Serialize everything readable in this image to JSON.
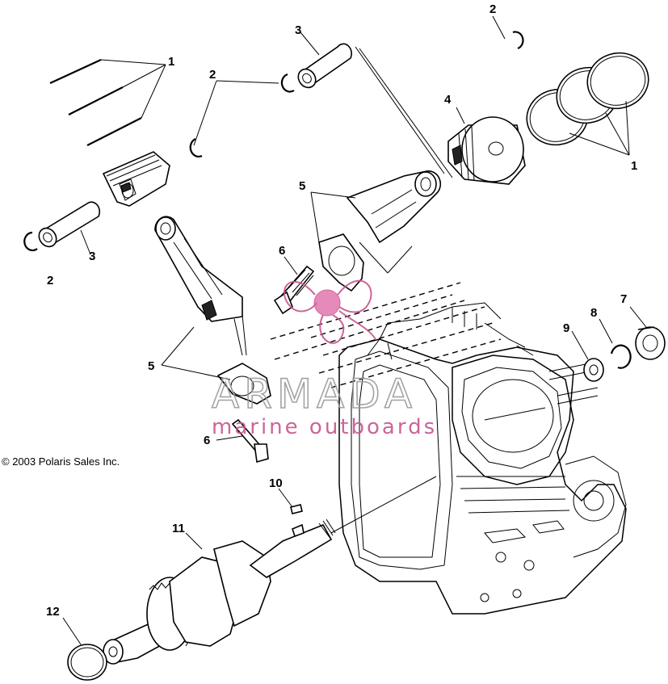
{
  "diagram": {
    "callouts": [
      {
        "id": "c1a",
        "text": "1"
      },
      {
        "id": "c1b",
        "text": "1"
      },
      {
        "id": "c2a",
        "text": "2"
      },
      {
        "id": "c2b",
        "text": "2"
      },
      {
        "id": "c2c",
        "text": "2"
      },
      {
        "id": "c3a",
        "text": "3"
      },
      {
        "id": "c3b",
        "text": "3"
      },
      {
        "id": "c4",
        "text": "4"
      },
      {
        "id": "c5a",
        "text": "5"
      },
      {
        "id": "c5b",
        "text": "5"
      },
      {
        "id": "c6a",
        "text": "6"
      },
      {
        "id": "c6b",
        "text": "6"
      },
      {
        "id": "c7",
        "text": "7"
      },
      {
        "id": "c8",
        "text": "8"
      },
      {
        "id": "c9",
        "text": "9"
      },
      {
        "id": "c10",
        "text": "10"
      },
      {
        "id": "c11",
        "text": "11"
      },
      {
        "id": "c12",
        "text": "12"
      }
    ],
    "copyright": "© 2003 Polaris Sales Inc."
  },
  "watermark": {
    "brand": "ARMADA",
    "tagline": "marine outboards",
    "colors": {
      "brand_outline": "#9a9a9a",
      "accent_pink": "#c8548f"
    }
  }
}
